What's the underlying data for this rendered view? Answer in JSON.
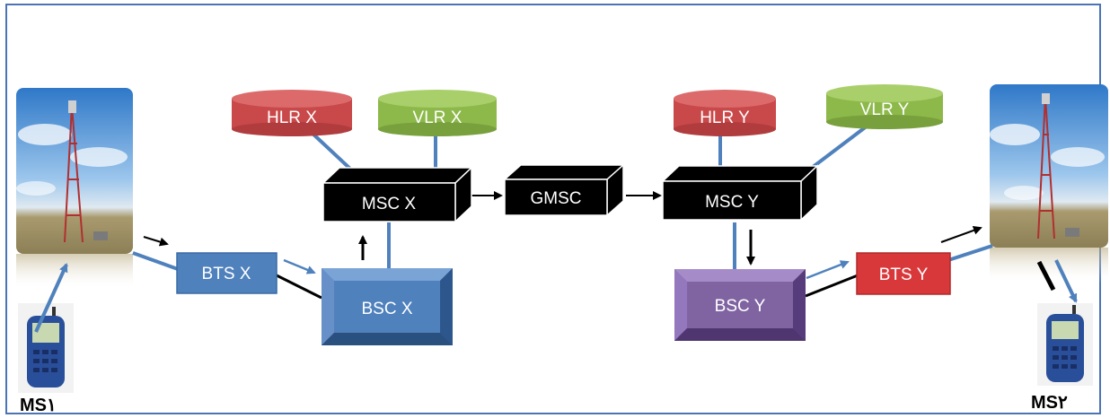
{
  "nodes": {
    "hlr_x": "HLR X",
    "vlr_x": "VLR X",
    "msc_x": "MSC X",
    "gmsc": "GMSC",
    "msc_y": "MSC Y",
    "hlr_y": "HLR  Y",
    "vlr_y": "VLR Y",
    "bts_x": "BTS  X",
    "bsc_x": "BSC  X",
    "bsc_y": "BSC Y",
    "bts_y": "BTS  Y"
  },
  "mobiles": {
    "ms1": "MS١",
    "ms2": "MS٢"
  },
  "colors": {
    "hlr": "#c9484a",
    "vlr": "#8db84a",
    "msc": "#000000",
    "bts_x": "#4f81bd",
    "bsc_x": "#4f81bd",
    "bsc_y": "#8064a2",
    "bts_y": "#d9383a",
    "link": "#4f81bd",
    "frame": "#4a74b4"
  }
}
